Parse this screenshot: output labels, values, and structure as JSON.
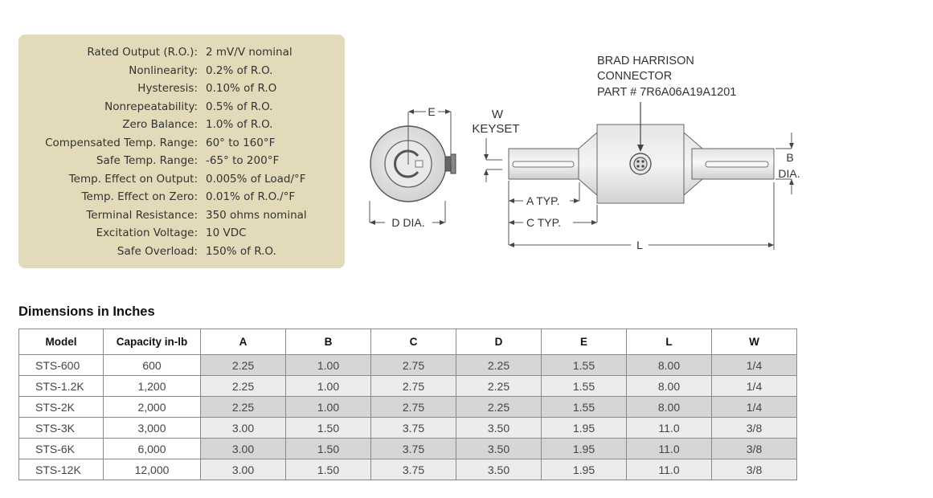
{
  "specs": [
    {
      "label": "Rated Output (R.O.):",
      "value": "2 mV/V nominal"
    },
    {
      "label": "Nonlinearity:",
      "value": "0.2% of R.O."
    },
    {
      "label": "Hysteresis:",
      "value": "0.10% of R.O"
    },
    {
      "label": "Nonrepeatability:",
      "value": "0.5% of R.O."
    },
    {
      "label": "Zero Balance:",
      "value": "1.0% of R.O."
    },
    {
      "label": "Compensated Temp. Range:",
      "value": "60° to 160°F"
    },
    {
      "label": "Safe Temp. Range:",
      "value": "-65° to 200°F"
    },
    {
      "label": "Temp. Effect on Output:",
      "value": "0.005% of Load/°F"
    },
    {
      "label": "Temp. Effect on Zero:",
      "value": "0.01% of R.O./°F"
    },
    {
      "label": "Terminal Resistance:",
      "value": "350 ohms nominal"
    },
    {
      "label": "Excitation Voltage:",
      "value": "10 VDC"
    },
    {
      "label": "Safe Overload:",
      "value": "150% of R.O."
    }
  ],
  "diagram": {
    "connector_line1": "BRAD HARRISON",
    "connector_line2": "CONNECTOR",
    "connector_line3": "PART # 7R6A06A19A1201",
    "label_e": "E",
    "label_w": "W",
    "label_keyset": "KEYSET",
    "label_d": "D DIA.",
    "label_a": "A TYP.",
    "label_c": "C TYP.",
    "label_l": "L",
    "label_b": "B",
    "label_b_dia": "DIA."
  },
  "dimensions": {
    "heading": "Dimensions in Inches",
    "headers": [
      "Model",
      "Capacity in-lb",
      "A",
      "B",
      "C",
      "D",
      "E",
      "L",
      "W"
    ],
    "rows": [
      [
        "STS-600",
        "600",
        "2.25",
        "1.00",
        "2.75",
        "2.25",
        "1.55",
        "8.00",
        "1/4"
      ],
      [
        "STS-1.2K",
        "1,200",
        "2.25",
        "1.00",
        "2.75",
        "2.25",
        "1.55",
        "8.00",
        "1/4"
      ],
      [
        "STS-2K",
        "2,000",
        "2.25",
        "1.00",
        "2.75",
        "2.25",
        "1.55",
        "8.00",
        "1/4"
      ],
      [
        "STS-3K",
        "3,000",
        "3.00",
        "1.50",
        "3.75",
        "3.50",
        "1.95",
        "11.0",
        "3/8"
      ],
      [
        "STS-6K",
        "6,000",
        "3.00",
        "1.50",
        "3.75",
        "3.50",
        "1.95",
        "11.0",
        "3/8"
      ],
      [
        "STS-12K",
        "12,000",
        "3.00",
        "1.50",
        "3.75",
        "3.50",
        "1.95",
        "11.0",
        "3/8"
      ]
    ]
  }
}
